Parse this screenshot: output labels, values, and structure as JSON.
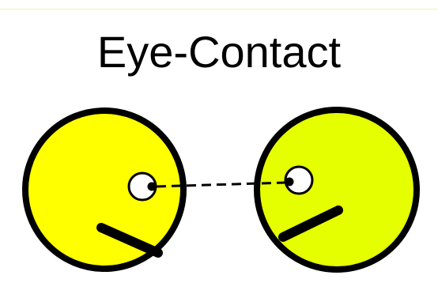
{
  "title": "Eye-Contact",
  "colors": {
    "face_left": "#ffff00",
    "face_right": "#e6ff00",
    "outline": "#000000",
    "eye_white": "#ffffff",
    "top_rule": "#f3f0b4",
    "background": "#ffffff"
  },
  "figure": {
    "faces": [
      "left-face",
      "right-face"
    ],
    "connection": "dashed-line"
  }
}
